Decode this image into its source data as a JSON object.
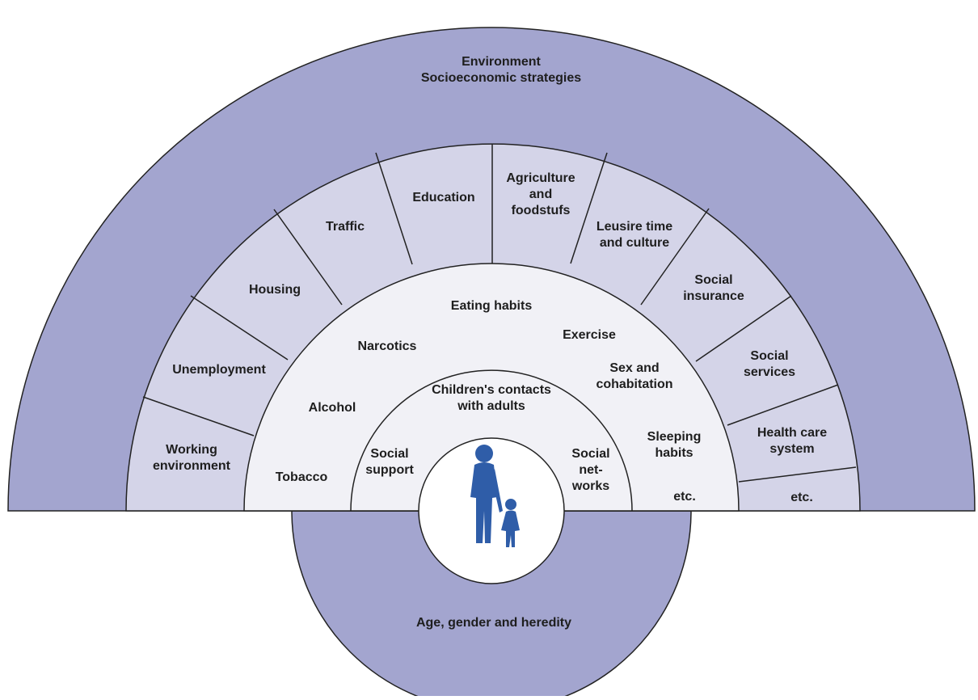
{
  "colors": {
    "outer_band": "#a3a5cf",
    "sector_band": "#d4d4e8",
    "inner_bands": "#f1f1f6",
    "figure": "#2f5da8"
  },
  "outer": {
    "line1": "Environment",
    "line2": "Socioeconomic strategies"
  },
  "bottom": {
    "label": "Age, gender and heredity"
  },
  "sectors": [
    [
      "Working",
      "environment"
    ],
    [
      "Unemployment"
    ],
    [
      "Housing"
    ],
    [
      "Traffic"
    ],
    [
      "Education"
    ],
    [
      "Agriculture",
      "and",
      "foodstufs"
    ],
    [
      "Leusire time",
      "and culture"
    ],
    [
      "Social",
      "insurance"
    ],
    [
      "Social",
      "services"
    ],
    [
      "Health care",
      "system"
    ],
    [
      "etc."
    ]
  ],
  "lifestyle": [
    [
      "Tobacco"
    ],
    [
      "Alcohol"
    ],
    [
      "Narcotics"
    ],
    [
      "Eating habits"
    ],
    [
      "Exercise"
    ],
    [
      "Sex and",
      "cohabitation"
    ],
    [
      "Sleeping",
      "habits"
    ],
    [
      "etc."
    ]
  ],
  "social": [
    [
      "Social",
      "support"
    ],
    [
      "Children's contacts",
      "with adults"
    ],
    [
      "Social",
      "net-",
      "works"
    ]
  ],
  "center": {
    "icon": "adult-and-child-icon"
  }
}
